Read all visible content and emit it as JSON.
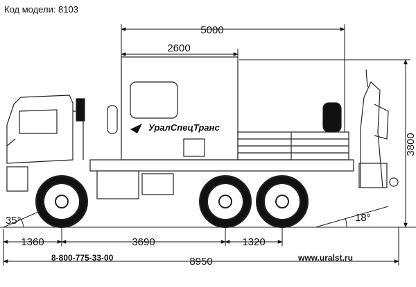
{
  "header": {
    "model_label": "Код модели: 8103"
  },
  "brand": {
    "name": "УралСпецТранс"
  },
  "dimensions": {
    "overall_length": "5000",
    "body_length": "2600",
    "height": "3800",
    "front_overhang": "1360",
    "wheelbase": "3690",
    "rear_axle_spacing": "1320",
    "total_length": "8950",
    "approach_angle": "35°",
    "departure_angle": "18°"
  },
  "footer": {
    "phone": "8-800-775-33-00",
    "website": "www.uralst.ru"
  }
}
